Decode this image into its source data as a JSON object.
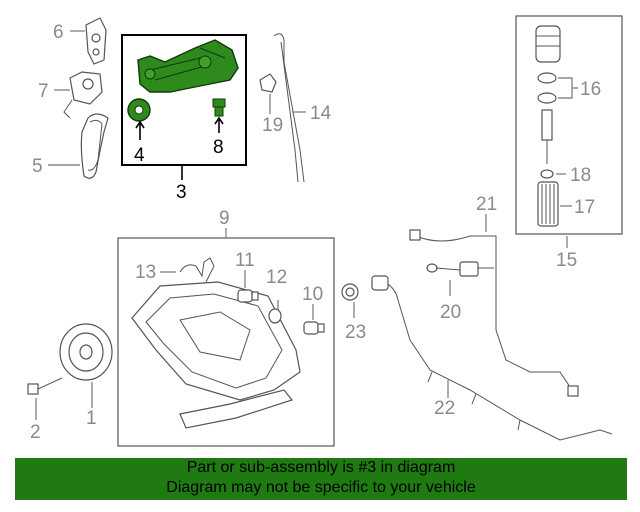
{
  "callouts": {
    "c1": "1",
    "c2": "2",
    "c3": "3",
    "c4": "4",
    "c5": "5",
    "c6": "6",
    "c7": "7",
    "c8": "8",
    "c9": "9",
    "c10": "10",
    "c11": "11",
    "c12": "12",
    "c13": "13",
    "c14": "14",
    "c15": "15",
    "c16": "16",
    "c17": "17",
    "c18": "18",
    "c19": "19",
    "c20": "20",
    "c21": "21",
    "c22": "22",
    "c23": "23"
  },
  "highlight": {
    "assembly_number": "3",
    "color": "#2e8a1c"
  },
  "footer": {
    "line1": "Part or sub-assembly is #3 in diagram",
    "line2": "Diagram may not be specific to your vehicle",
    "background": "#1f7a12"
  }
}
